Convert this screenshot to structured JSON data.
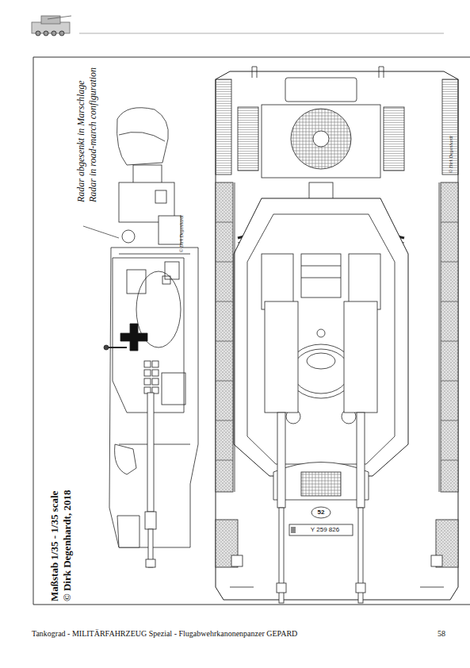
{
  "diagram": {
    "labels": [
      "Radar abgesenkt in Marschlage",
      "Radar in road-march configuration",
      "© Dirk Degenhardt",
      "© Dirk Degenhardt",
      "Maßstab 1/35 - 1/35 scale",
      "© Dirk Degenhardt, 2018",
      "52",
      "Y 259 826",
      "Tankograd - MILITÄRFAHRZEUG Spezial - Flugabwehrkanonenpanzer GEPARD",
      "58"
    ]
  }
}
